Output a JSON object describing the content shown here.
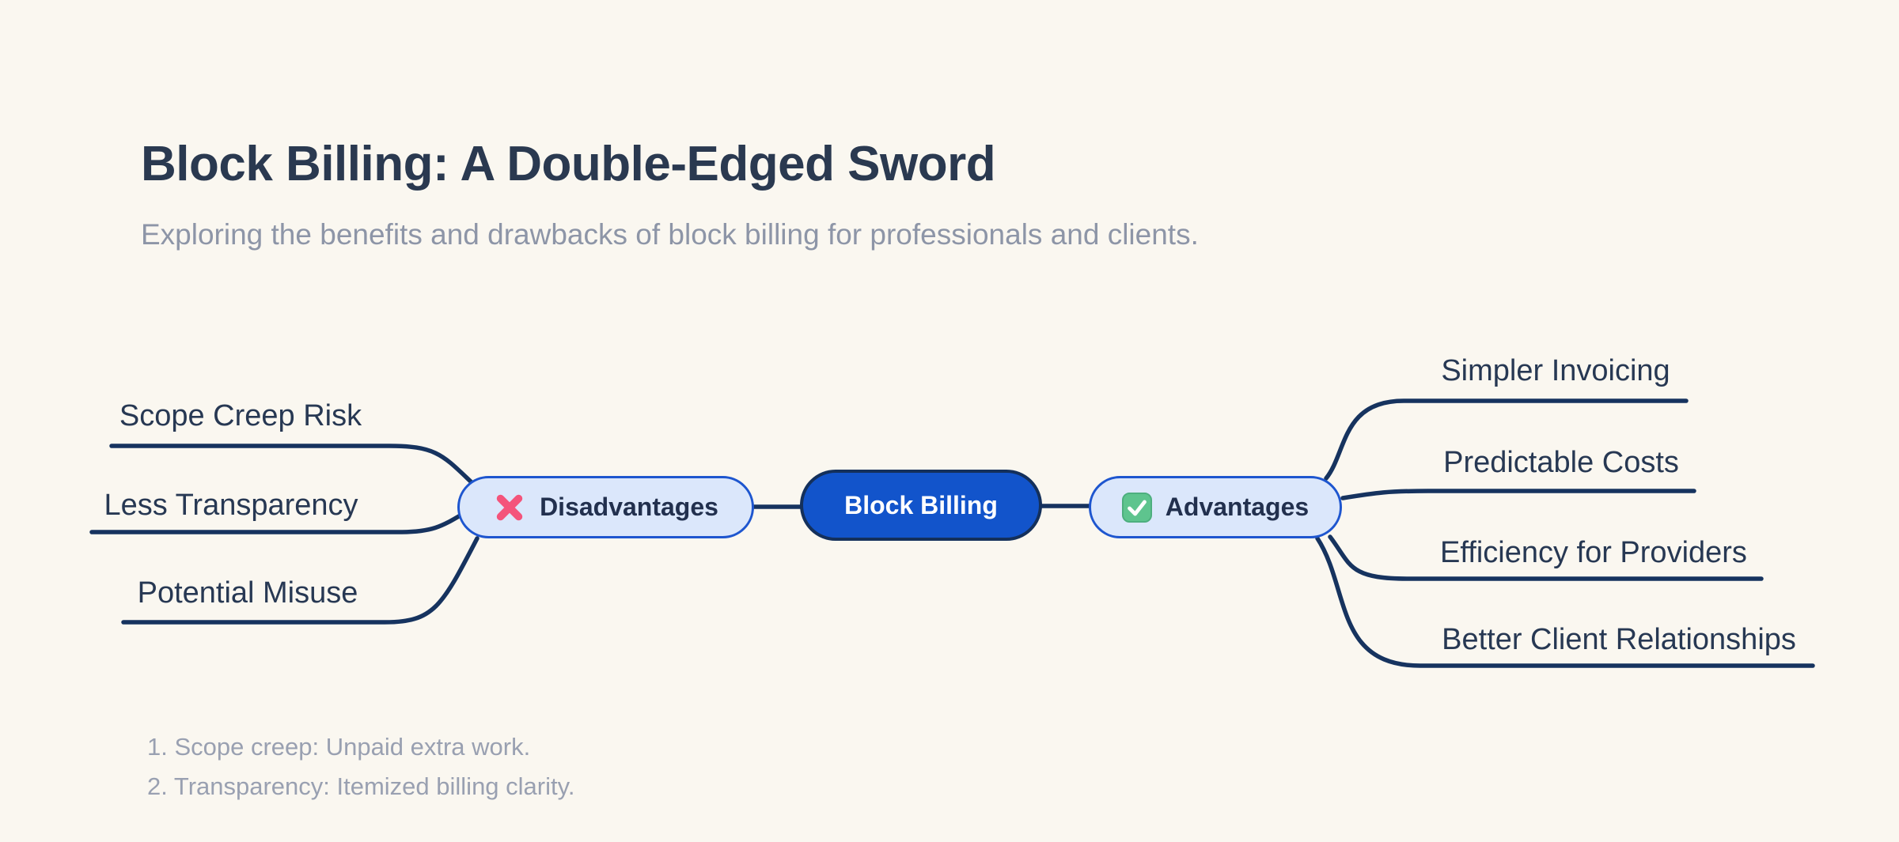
{
  "header": {
    "title": "Block Billing: A Double-Edged Sword",
    "subtitle": "Exploring the benefits and drawbacks of block billing for professionals and clients."
  },
  "mindmap": {
    "root": {
      "label": "Block Billing"
    },
    "branches": {
      "disadvantages": {
        "label": "Disadvantages",
        "icon": "cross-mark-icon",
        "leaves": [
          "Scope Creep Risk",
          "Less Transparency",
          "Potential Misuse"
        ]
      },
      "advantages": {
        "label": "Advantages",
        "icon": "check-mark-icon",
        "leaves": [
          "Simpler Invoicing",
          "Predictable Costs",
          "Efficiency for Providers",
          "Better Client Relationships"
        ]
      }
    }
  },
  "footnotes": [
    "1. Scope creep: Unpaid extra work.",
    "2. Transparency: Itemized billing clarity."
  ],
  "colors": {
    "background": "#FAF7F0",
    "connector": "#16335F",
    "root_fill": "#1254CB",
    "root_border": "#14305B",
    "branch_fill": "#DBE7FB",
    "branch_border": "#1E56CF",
    "heading_text": "#2A3950",
    "node_text": "#22304E",
    "leaf_text": "#273853",
    "muted_text": "#8D95A7",
    "cross_icon": "#F4547B",
    "check_icon": "#5EC48E"
  }
}
